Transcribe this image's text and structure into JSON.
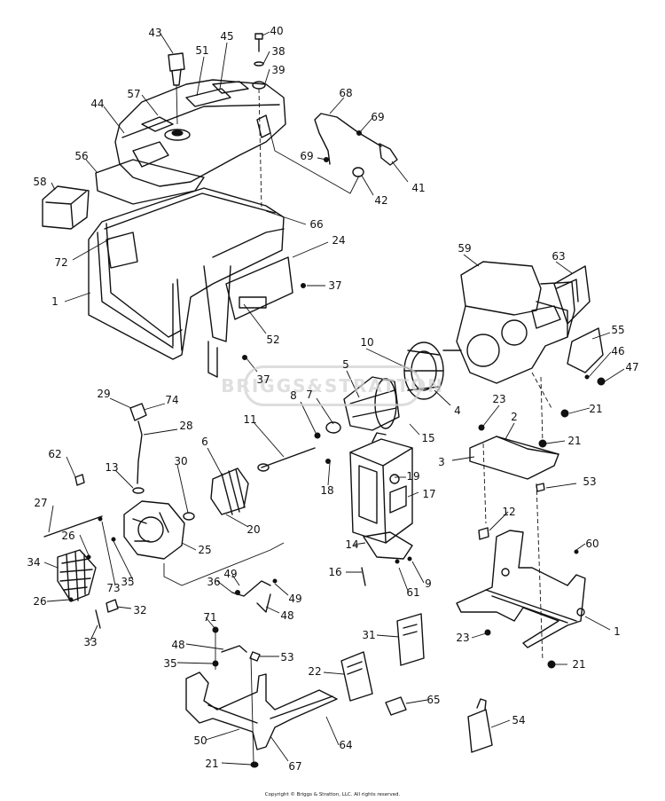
{
  "diagram": {
    "callouts": [
      "43",
      "51",
      "45",
      "40",
      "38",
      "39",
      "57",
      "44",
      "68",
      "69",
      "56",
      "69",
      "41",
      "58",
      "42",
      "66",
      "72",
      "24",
      "1",
      "37",
      "59",
      "63",
      "52",
      "10",
      "55",
      "46",
      "47",
      "37",
      "5",
      "29",
      "74",
      "7",
      "8",
      "23",
      "4",
      "21",
      "28",
      "11",
      "15",
      "2",
      "21",
      "62",
      "13",
      "30",
      "6",
      "3",
      "53",
      "18",
      "19",
      "17",
      "27",
      "20",
      "12",
      "26",
      "25",
      "14",
      "60",
      "34",
      "35",
      "73",
      "36",
      "49",
      "49",
      "16",
      "61",
      "9",
      "26",
      "32",
      "48",
      "1",
      "33",
      "71",
      "31",
      "48",
      "53",
      "23",
      "35",
      "22",
      "65",
      "54",
      "50",
      "64",
      "21",
      "67",
      "21"
    ],
    "watermark": "BRIGGS&STRATTON",
    "copyright": "Copyright © Briggs & Stratton, LLC. All rights reserved."
  }
}
